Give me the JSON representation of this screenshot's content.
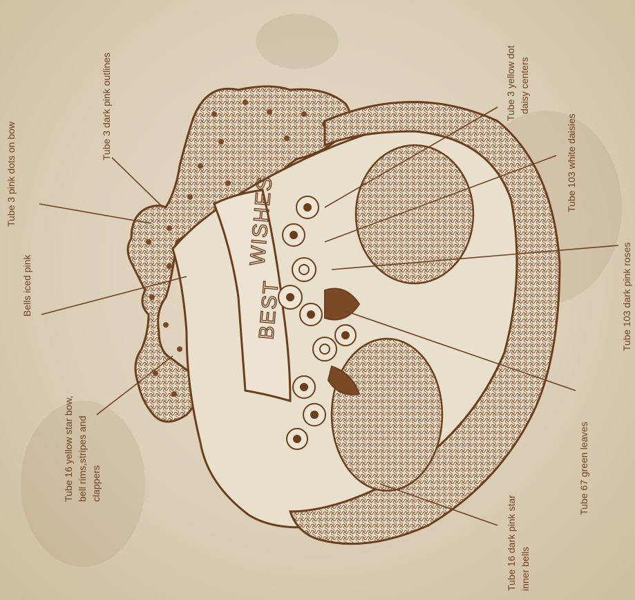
{
  "banner": {
    "word1": "BEST",
    "word2": "WISHES"
  },
  "callouts": [
    {
      "id": "pink-dots-on-bow",
      "lines": [
        "Tube 3 pink dots on bow"
      ]
    },
    {
      "id": "dark-pink-outlines",
      "lines": [
        "Tube 3 dark pink outlines"
      ]
    },
    {
      "id": "bells-iced-pink",
      "lines": [
        "Bells iced pink"
      ]
    },
    {
      "id": "yellow-star-bow",
      "lines": [
        "Tube 16 yellow star bow,",
        "bell rims,stripes and",
        "clappers"
      ]
    },
    {
      "id": "yellow-dot-daisy-centers",
      "lines": [
        "Tube 3 yellow dot",
        "daisy centers"
      ]
    },
    {
      "id": "white-daisies",
      "lines": [
        "Tube 103 white daisies"
      ]
    },
    {
      "id": "dark-pink-roses",
      "lines": [
        "Tube 103 dark pink roses"
      ]
    },
    {
      "id": "green-leaves",
      "lines": [
        "Tube 67 green leaves"
      ]
    },
    {
      "id": "dark-pink-star-inner-bells",
      "lines": [
        "Tube 16 dark pink star",
        "inner bells"
      ]
    }
  ],
  "colors": {
    "paper": "#dccfb9",
    "ink": "#6e4222"
  }
}
